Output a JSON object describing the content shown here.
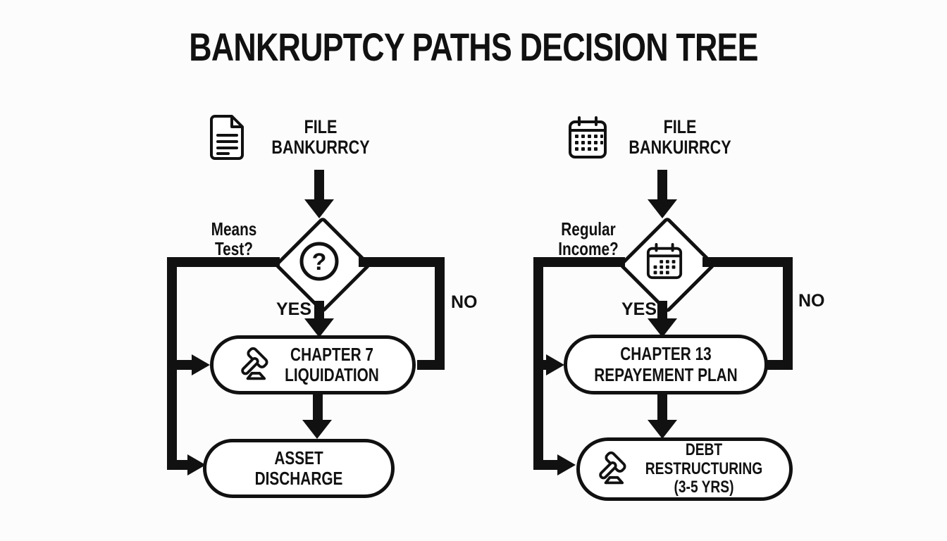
{
  "title": "BANKRUPTCY PATHS DECISION TREE",
  "colors": {
    "ink": "#111111",
    "background": "#fcfcfc",
    "box_fill": "#ffffff"
  },
  "left": {
    "start": {
      "line1": "FILE",
      "line2": "BANKURRCY",
      "icon": "document-icon"
    },
    "decision": {
      "line1": "Means",
      "line2": "Test?",
      "icon": "question-circle-icon"
    },
    "yes": "YES",
    "no": "NO",
    "outcome1": {
      "line1": "CHAPTER 7",
      "line2": "LIQUIDATION",
      "icon": "gavel-icon"
    },
    "outcome2": {
      "line1": "ASSET",
      "line2": "DISCHARGE"
    }
  },
  "right": {
    "start": {
      "line1": "FILE",
      "line2": "BANKUIRRCY",
      "icon": "calendar-icon"
    },
    "decision": {
      "line1": "Regular",
      "line2": "Income?",
      "icon": "calendar-icon"
    },
    "yes": "YES",
    "no": "NO",
    "outcome1": {
      "line1": "CHAPTER 13",
      "line2": "REPAYEMENT PLAN"
    },
    "outcome2": {
      "line1": "DEBT",
      "line2": "RESTRUCTURING",
      "line3": "(3-5 YRS)",
      "icon": "gavel-icon"
    }
  }
}
